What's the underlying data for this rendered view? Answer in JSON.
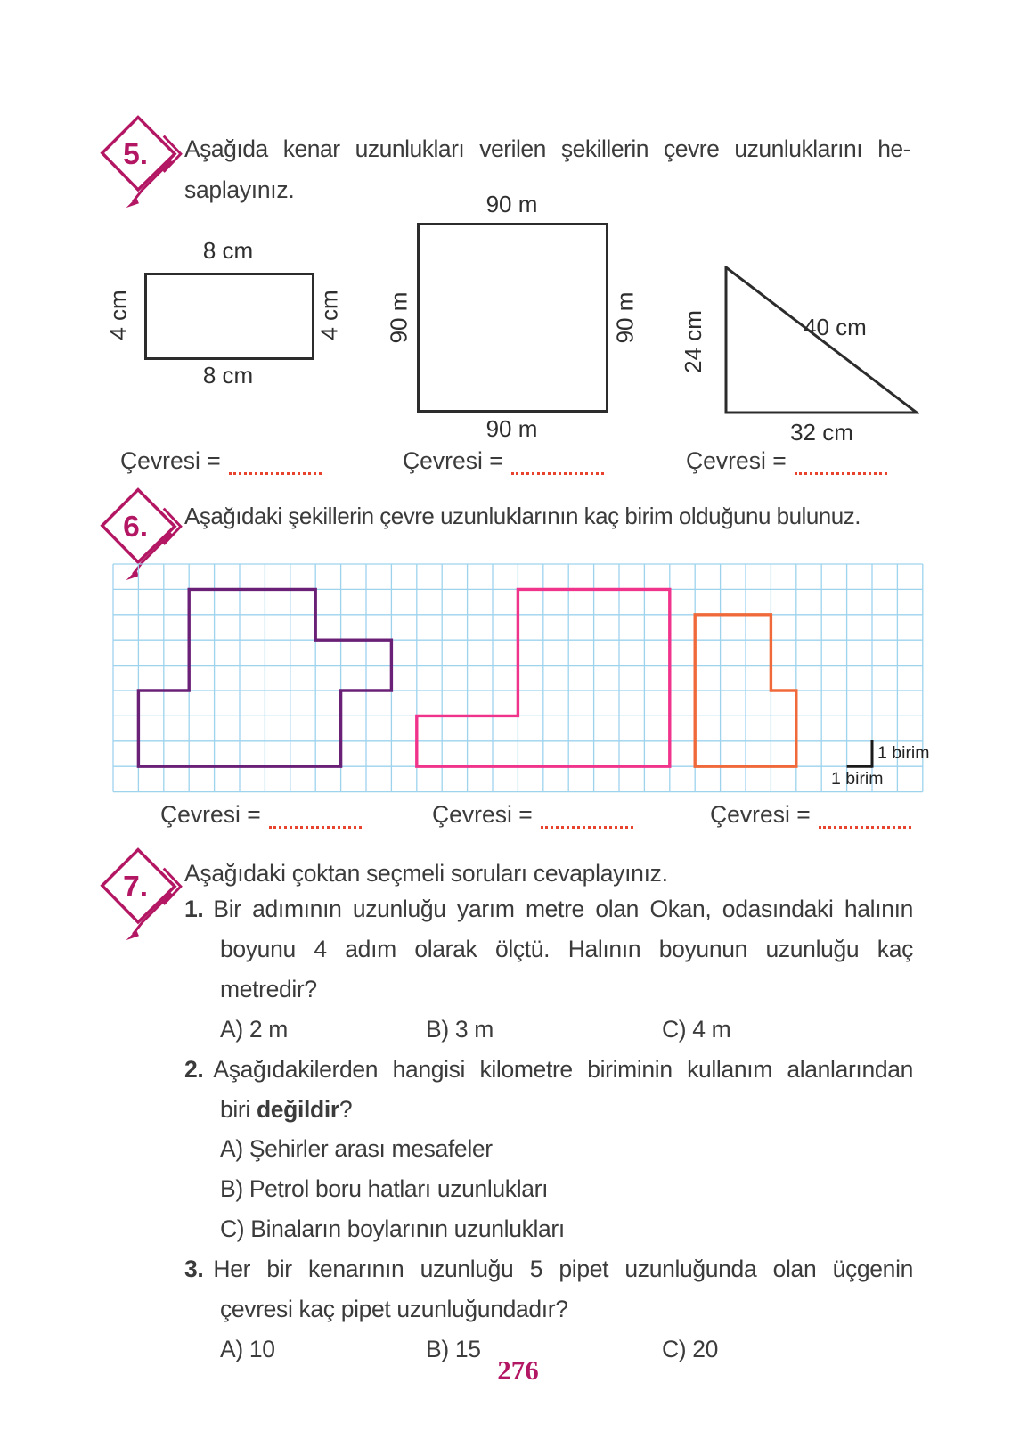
{
  "page_number": "276",
  "labels": {
    "cevresi": "Çevresi ="
  },
  "q5": {
    "number": "5.",
    "line1": "Aşağıda kenar uzunlukları verilen şekillerin çevre uzunluklarını he-",
    "line2": "saplayınız.",
    "rectangle": {
      "top": "8 cm",
      "bottom": "8 cm",
      "left": "4 cm",
      "right": "4 cm"
    },
    "square": {
      "top": "90 m",
      "bottom": "90 m",
      "left": "90 m",
      "right": "90 m"
    },
    "triangle": {
      "left": "24 cm",
      "hypotenuse": "40 cm",
      "bottom": "32 cm"
    }
  },
  "q6": {
    "number": "6.",
    "text": "Aşağıdaki şekillerin çevre uzunluklarının kaç birim olduğunu bulunuz.",
    "unit_label_right": "1 birim",
    "unit_label_bottom": "1 birim",
    "grid": {
      "cols": 32,
      "rows": 9,
      "line_color": "#9ed3ee",
      "shapes": [
        {
          "name": "purple-polygon",
          "color": "#6a2077",
          "points": [
            [
              3,
              1
            ],
            [
              8,
              1
            ],
            [
              8,
              3
            ],
            [
              11,
              3
            ],
            [
              11,
              5
            ],
            [
              9,
              5
            ],
            [
              9,
              8
            ],
            [
              1,
              8
            ],
            [
              1,
              5
            ],
            [
              3,
              5
            ]
          ]
        },
        {
          "name": "pink-polygon",
          "color": "#f0348c",
          "points": [
            [
              16,
              1
            ],
            [
              22,
              1
            ],
            [
              22,
              8
            ],
            [
              12,
              8
            ],
            [
              12,
              6
            ],
            [
              16,
              6
            ]
          ]
        },
        {
          "name": "orange-polygon",
          "color": "#f0693a",
          "points": [
            [
              23,
              2
            ],
            [
              26,
              2
            ],
            [
              26,
              5
            ],
            [
              27,
              5
            ],
            [
              27,
              8
            ],
            [
              23,
              8
            ]
          ]
        }
      ]
    }
  },
  "q7": {
    "number": "7.",
    "title": "Aşağıdaki çoktan seçmeli soruları cevaplayınız.",
    "items": [
      {
        "num": "1.",
        "line1": "Bir adımının uzunluğu yarım metre olan Okan, odasındaki halının",
        "line2": "boyunu 4 adım olarak ölçtü. Halının boyunun uzunluğu kaç",
        "line3": "metredir?",
        "options": [
          "A) 2 m",
          "B) 3 m",
          "C) 4 m"
        ]
      },
      {
        "num": "2.",
        "line1": "Aşağıdakilerden hangisi kilometre biriminin kullanım alanlarından",
        "line2_pre": "biri ",
        "line2_bold": "değildir",
        "line2_post": "?",
        "options": [
          "A) Şehirler arası mesafeler",
          "B) Petrol boru hatları uzunlukları",
          "C) Binaların boylarının uzunlukları"
        ]
      },
      {
        "num": "3.",
        "line1": "Her bir kenarının uzunluğu 5 pipet uzunluğunda olan üçgenin",
        "line2": "çevresi kaç pipet uzunluğundadır?",
        "options": [
          "A) 10",
          "B) 15",
          "C) 20"
        ]
      }
    ]
  },
  "colors": {
    "accent_magenta": "#b31663",
    "dotted_red": "#e8432e",
    "grid_blue": "#9ed3ee",
    "purple_shape": "#6a2077",
    "pink_shape": "#f0348c",
    "orange_shape": "#f0693a",
    "body_text": "#3b3b3b"
  }
}
